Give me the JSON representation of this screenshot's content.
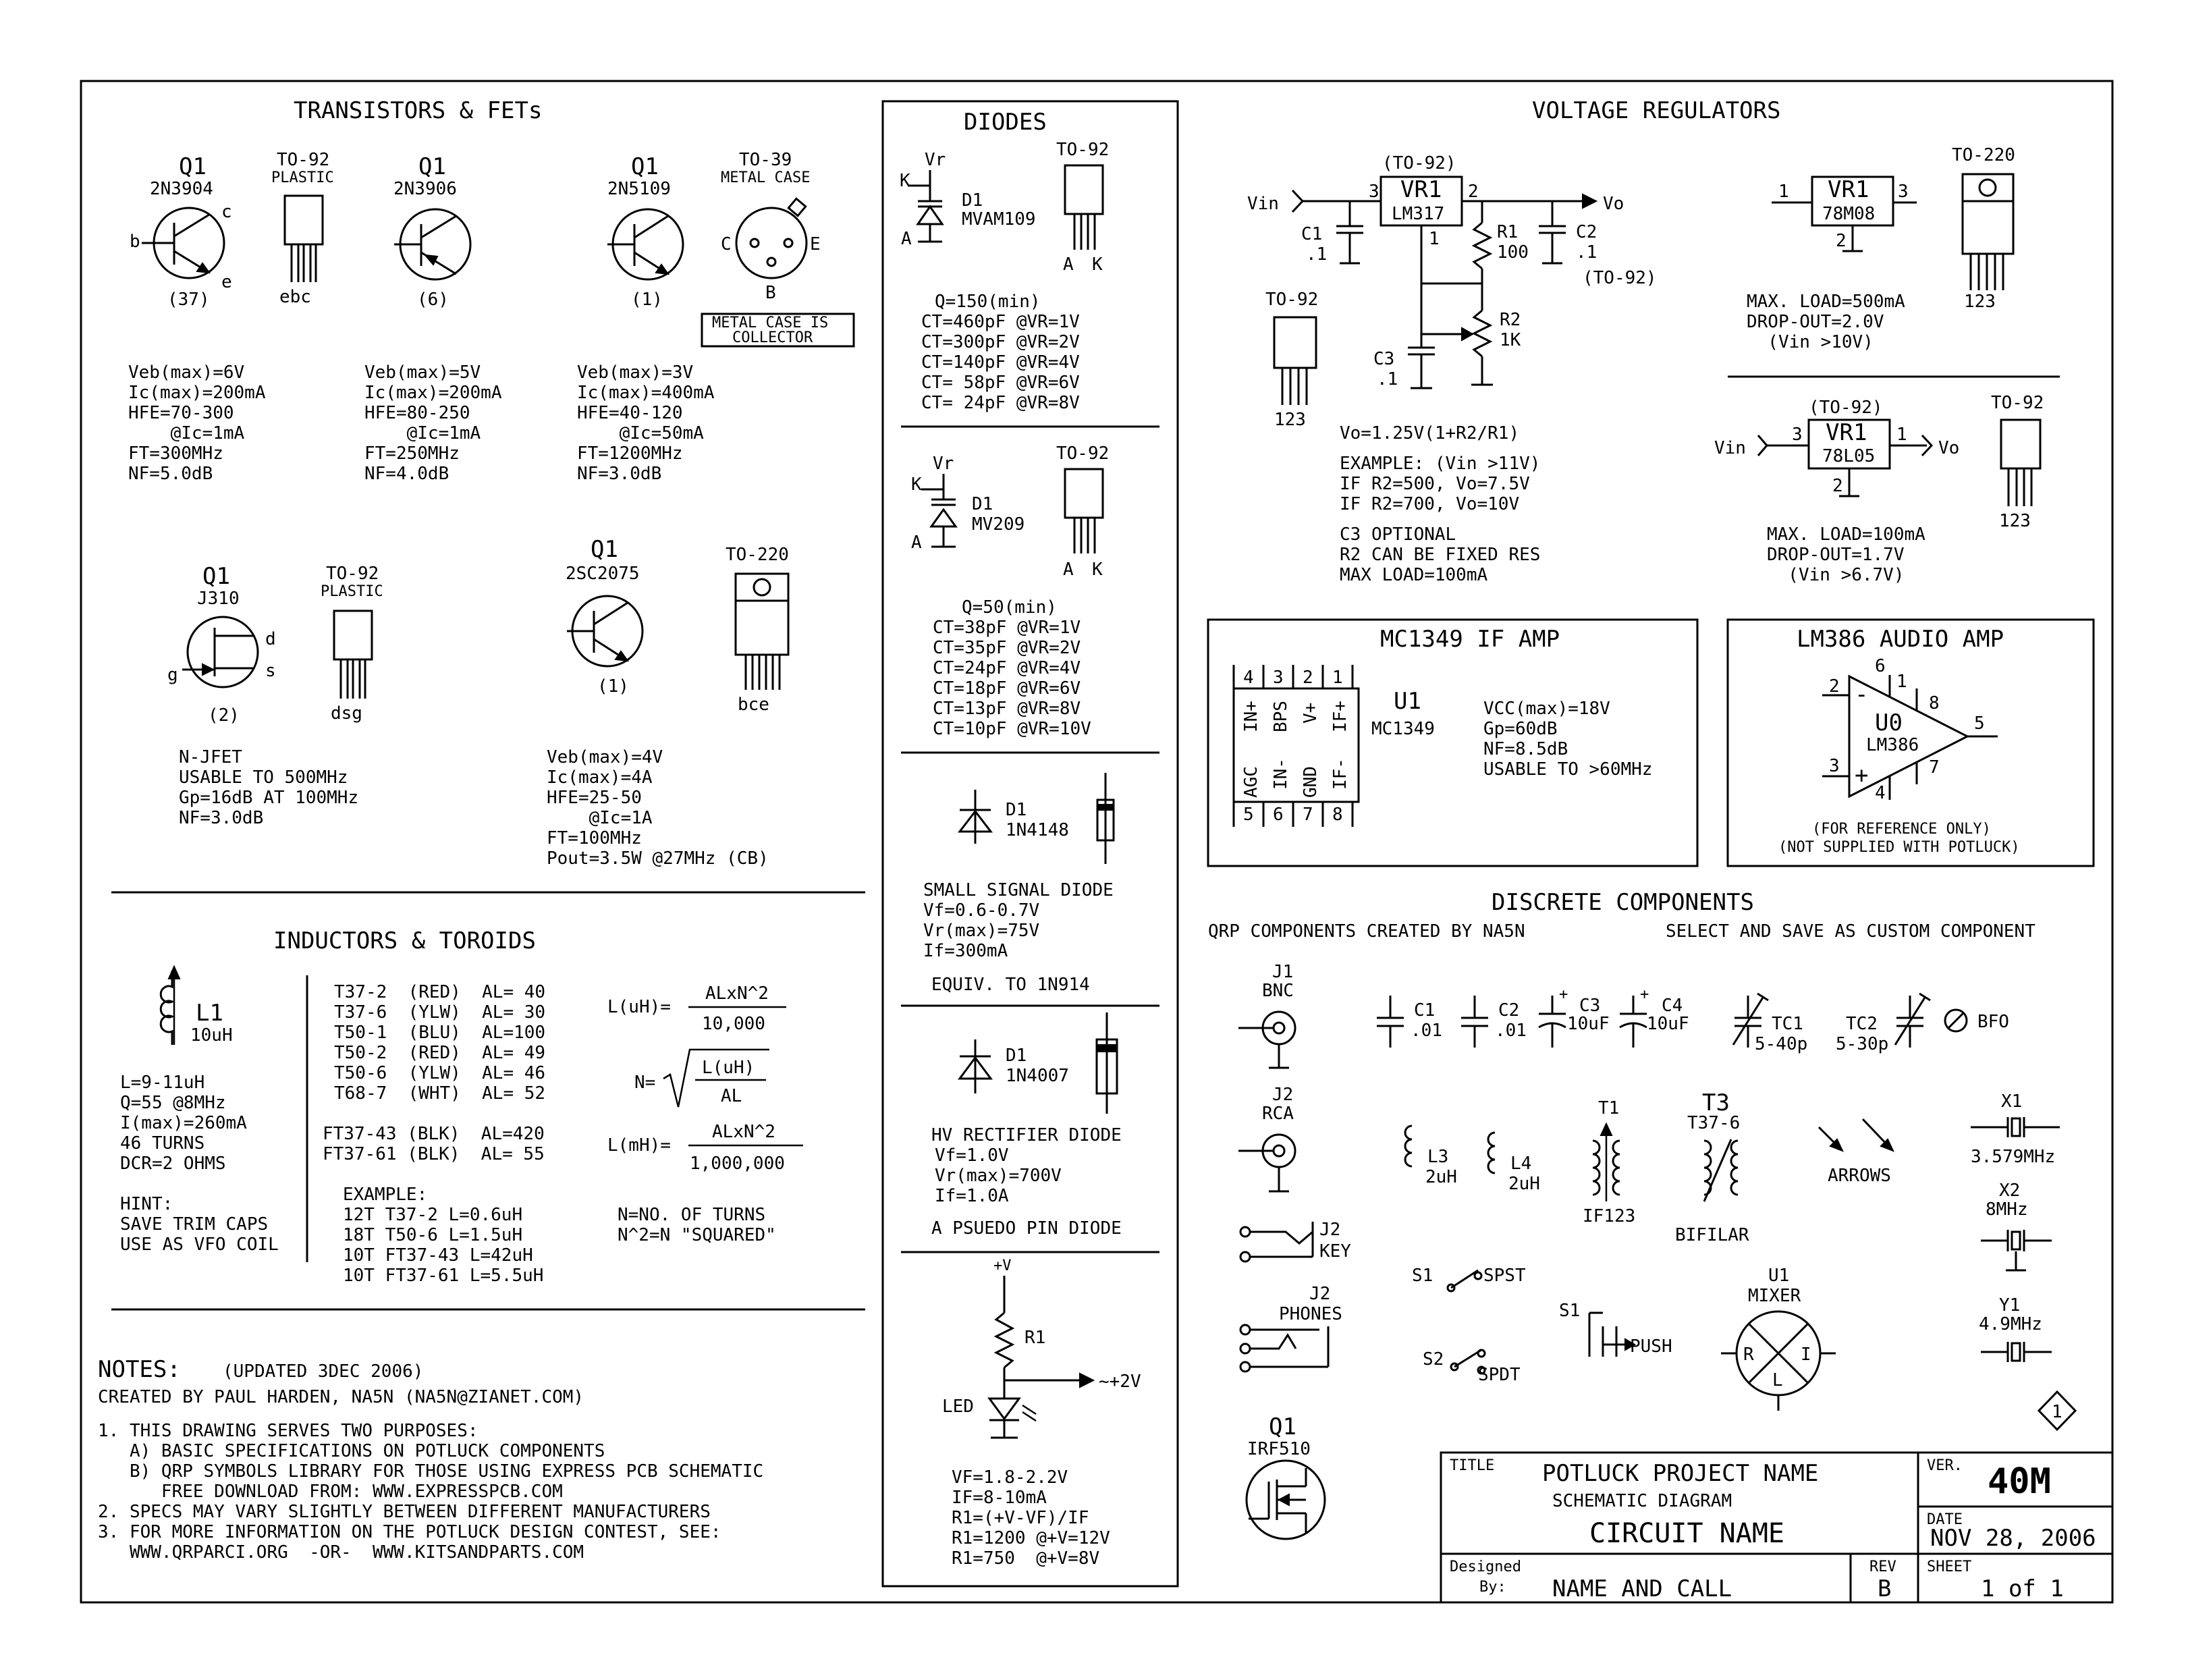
{
  "sections": {
    "transistors": "TRANSISTORS & FETs",
    "diodes": "DIODES",
    "regulators": "VOLTAGE REGULATORS",
    "inductors": "INDUCTORS & TOROIDS",
    "mc1349": "MC1349 IF AMP",
    "lm386": "LM386 AUDIO AMP",
    "discrete": "DISCRETE COMPONENTS"
  },
  "transistors": {
    "q_2n3904": {
      "ref": "Q1",
      "part": "2N3904",
      "pkg": "TO-92",
      "pkg2": "PLASTIC",
      "num": "(37)",
      "pins": "ebc",
      "b": "b",
      "c": "c",
      "e": "e",
      "specs": [
        "Veb(max)=6V",
        "Ic(max)=200mA",
        "HFE=70-300",
        "    @Ic=1mA",
        "FT=300MHz",
        "NF=5.0dB"
      ]
    },
    "q_2n3906": {
      "ref": "Q1",
      "part": "2N3906",
      "num": "(6)",
      "specs": [
        "Veb(max)=5V",
        "Ic(max)=200mA",
        "HFE=80-250",
        "    @Ic=1mA",
        "FT=250MHz",
        "NF=4.0dB"
      ]
    },
    "q_2n5109": {
      "ref": "Q1",
      "part": "2N5109",
      "num": "(1)",
      "pkg": "TO-39",
      "pkg2": "METAL CASE",
      "c": "C",
      "e": "E",
      "b": "B",
      "note1": "METAL CASE IS",
      "note2": "COLLECTOR",
      "specs": [
        "Veb(max)=3V",
        "Ic(max)=400mA",
        "HFE=40-120",
        "    @Ic=50mA",
        "FT=1200MHz",
        "NF=3.0dB"
      ]
    },
    "j310": {
      "ref": "Q1",
      "part": "J310",
      "pkg": "TO-92",
      "pkg2": "PLASTIC",
      "num": "(2)",
      "pins": "dsg",
      "d": "d",
      "s": "s",
      "g": "g",
      "specs": [
        "N-JFET",
        "USABLE TO 500MHz",
        "Gp=16dB AT 100MHz",
        "NF=3.0dB"
      ]
    },
    "q_2sc2075": {
      "ref": "Q1",
      "part": "2SC2075",
      "num": "(1)",
      "pkg": "TO-220",
      "pins": "bce",
      "specs": [
        "Veb(max)=4V",
        "Ic(max)=4A",
        "HFE=25-50",
        "    @Ic=1A",
        "FT=100MHz",
        "Pout=3.5W @27MHz (CB)"
      ]
    }
  },
  "diodes": {
    "d1": {
      "vr": "Vr",
      "k": "K",
      "a": "A",
      "ref": "D1",
      "part": "MVAM109",
      "pkg": "TO-92",
      "pa": "A",
      "pk": "K",
      "specs": [
        "Q=150(min)",
        "CT=460pF @VR=1V",
        "CT=300pF @VR=2V",
        "CT=140pF @VR=4V",
        "CT= 58pF @VR=6V",
        "CT= 24pF @VR=8V"
      ]
    },
    "d2": {
      "vr": "Vr",
      "k": "K",
      "a": "A",
      "ref": "D1",
      "part": "MV209",
      "pkg": "TO-92",
      "pa": "A",
      "pk": "K",
      "specs": [
        "Q=50(min)",
        "CT=38pF @VR=1V",
        "CT=35pF @VR=2V",
        "CT=24pF @VR=4V",
        "CT=18pF @VR=6V",
        "CT=13pF @VR=8V",
        "CT=10pF @VR=10V"
      ]
    },
    "d3": {
      "ref": "D1",
      "part": "1N4148",
      "specs": [
        "SMALL SIGNAL DIODE",
        "Vf=0.6-0.7V",
        "Vr(max)=75V",
        "If=300mA",
        "",
        "EQUIV. TO 1N914"
      ]
    },
    "d4": {
      "ref": "D1",
      "part": "1N4007",
      "specs": [
        "HV RECTIFIER DIODE",
        "Vf=1.0V",
        "Vr(max)=700V",
        "If=1.0A",
        "",
        "A PSUEDO PIN DIODE"
      ]
    },
    "led": {
      "vplus": "+V",
      "r1": "R1",
      "out": "~+2V",
      "label": "LED",
      "specs": [
        "VF=1.8-2.2V",
        "IF=8-10mA",
        "R1=(+V-VF)/IF",
        "R1=1200 @+V=12V",
        "R1=750  @+V=8V"
      ]
    }
  },
  "regulators": {
    "lm317": {
      "pkg": "(TO-92)",
      "ref": "VR1",
      "part": "LM317",
      "vin": "Vin",
      "vo": "Vo",
      "p3": "3",
      "p2": "2",
      "p1": "1",
      "c1": "C1",
      "c1v": ".1",
      "r1": "R1",
      "r1v": "100",
      "c2": "C2",
      "c2v": ".1",
      "c2p": "(TO-92)",
      "r2": "R2",
      "r2v": "1K",
      "c3": "C3",
      "c3v": ".1",
      "to92": "TO-92",
      "pins": "123",
      "notes": [
        "Vo=1.25V(1+R2/R1)",
        "",
        "EXAMPLE: (Vin >11V)",
        "IF R2=500, Vo=7.5V",
        "IF R2=700, Vo=10V",
        "",
        "C3 OPTIONAL",
        "R2 CAN BE FIXED RES",
        "MAX LOAD=100mA"
      ]
    },
    "m78m08": {
      "ref": "VR1",
      "part": "78M08",
      "p1": "1",
      "p3": "3",
      "p2": "2",
      "pkg": "TO-220",
      "pins": "123",
      "notes": [
        "MAX. LOAD=500mA",
        "DROP-OUT=2.0V",
        "  (Vin >10V)"
      ]
    },
    "m78l05": {
      "pkg": "(TO-92)",
      "ref": "VR1",
      "part": "78L05",
      "vin": "Vin",
      "vo": "Vo",
      "p3": "3",
      "p1": "1",
      "p2": "2",
      "pkg2": "TO-92",
      "pins": "123",
      "notes": [
        "MAX. LOAD=100mA",
        "DROP-OUT=1.7V",
        "  (Vin >6.7V)"
      ]
    }
  },
  "mc1349": {
    "u": "U1",
    "part": "MC1349",
    "top": [
      "4",
      "3",
      "2",
      "1"
    ],
    "bot": [
      "5",
      "6",
      "7",
      "8"
    ],
    "topn": [
      "IN+",
      "BPS",
      "V+",
      "IF+"
    ],
    "botn": [
      "AGC",
      "IN-",
      "GND",
      "IF-"
    ],
    "specs": [
      "VCC(max)=18V",
      "Gp=60dB",
      "NF=8.5dB",
      "USABLE TO >60MHz"
    ]
  },
  "lm386": {
    "u": "U0",
    "part": "LM386",
    "p2": "2",
    "p3": "3",
    "p6": "6",
    "p1": "1",
    "p8": "8",
    "p7": "7",
    "p4": "4",
    "p5": "5",
    "minus": "-",
    "plus": "+",
    "note1": "(FOR REFERENCE ONLY)",
    "note2": "(NOT SUPPLIED WITH POTLUCK)"
  },
  "inductors": {
    "l1": {
      "ref": "L1",
      "val": "10uH",
      "specs": [
        "L=9-11uH",
        "Q=55 @8MHz",
        "I(max)=260mA",
        "46 TURNS",
        "DCR=2 OHMS",
        "",
        "HINT:",
        "SAVE TRIM CAPS",
        "USE AS VFO COIL"
      ]
    },
    "cores": [
      "T37-2  (RED)  AL= 40",
      "T37-6  (YLW)  AL= 30",
      "T50-1  (BLU)  AL=100",
      "T50-2  (RED)  AL= 49",
      "T50-6  (YLW)  AL= 46",
      "T68-7  (WHT)  AL= 52"
    ],
    "ferrite": [
      "FT37-43 (BLK)  AL=420",
      "FT37-61 (BLK)  AL= 55"
    ],
    "luh": "L(uH)=",
    "luh_num": "ALxN^2",
    "luh_den": "10,000",
    "n": "N=",
    "n_num": "L(uH)",
    "n_den": "AL",
    "lmh": "L(mH)=",
    "lmh_num": "ALxN^2",
    "lmh_den": "1,000,000",
    "example": [
      "EXAMPLE:",
      "12T T37-2 L=0.6uH",
      "18T T50-6 L=1.5uH",
      "10T FT37-43 L=42uH",
      "10T FT37-61 L=5.5uH"
    ],
    "nnote": [
      "N=NO. OF TURNS",
      "N^2=N \"SQUARED\""
    ]
  },
  "discrete": {
    "left": "QRP COMPONENTS CREATED BY NA5N",
    "right": "SELECT AND SAVE AS CUSTOM COMPONENT",
    "j1": "J1",
    "j1t": "BNC",
    "j2": "J2",
    "j2t": "RCA",
    "c1": "C1",
    "c1v": ".01",
    "c2": "C2",
    "c2v": ".01",
    "c3": "C3",
    "c3v": "10uF",
    "c4": "C4",
    "c4v": "10uF",
    "plus": "+",
    "tc1": "TC1",
    "tc1v": "5-40p",
    "tc2": "TC2",
    "tc2v": "5-30p",
    "bfo": "BFO",
    "l3": "L3",
    "l3v": "2uH",
    "l4": "L4",
    "l4v": "2uH",
    "t1": "T1",
    "t1v": "IF123",
    "t3": "T3",
    "t3v": "T37-6",
    "t3b": "BIFILAR",
    "arrows": "ARROWS",
    "x1": "X1",
    "x1v": "3.579MHz",
    "x2": "X2",
    "x2v": "8MHz",
    "y1": "Y1",
    "y1v": "4.9MHz",
    "key": "J2",
    "keyt": "KEY",
    "ph": "J2",
    "pht": "PHONES",
    "s1": "S1",
    "spst": "SPST",
    "s2": "S2",
    "spdt": "SPDT",
    "s1p": "S1",
    "push": "PUSH",
    "u1": "U1",
    "mixer": "MIXER",
    "mr": "R",
    "mi": "I",
    "ml": "L",
    "q1": "Q1",
    "q1v": "IRF510",
    "rev1": "1"
  },
  "notes": {
    "title": "NOTES:",
    "updated": "(UPDATED 3DEC 2006)",
    "lines": [
      "CREATED BY PAUL HARDEN, NA5N (NA5N@ZIANET.COM)",
      "",
      "1. THIS DRAWING SERVES TWO PURPOSES:",
      "   A) BASIC SPECIFICATIONS ON POTLUCK COMPONENTS",
      "   B) QRP SYMBOLS LIBRARY FOR THOSE USING EXPRESS PCB SCHEMATIC",
      "      FREE DOWNLOAD FROM: WWW.EXPRESSPCB.COM",
      "2. SPECS MAY VARY SLIGHTLY BETWEEN DIFFERENT MANUFACTURERS",
      "3. FOR MORE INFORMATION ON THE POTLUCK DESIGN CONTEST, SEE:",
      "   WWW.QRPARCI.ORG  -OR-  WWW.KITSANDPARTS.COM"
    ]
  },
  "titleblock": {
    "title_lbl": "TITLE",
    "line1": "POTLUCK PROJECT NAME",
    "line2": "SCHEMATIC DIAGRAM",
    "line3": "CIRCUIT NAME",
    "ver_lbl": "VER.",
    "ver": "40M",
    "date_lbl": "DATE",
    "date": "NOV 28, 2006",
    "designed": "Designed",
    "by": "By:",
    "name": "NAME AND CALL",
    "rev_lbl": "REV",
    "rev": "B",
    "sheet_lbl": "SHEET",
    "sheet": "1 of 1"
  }
}
